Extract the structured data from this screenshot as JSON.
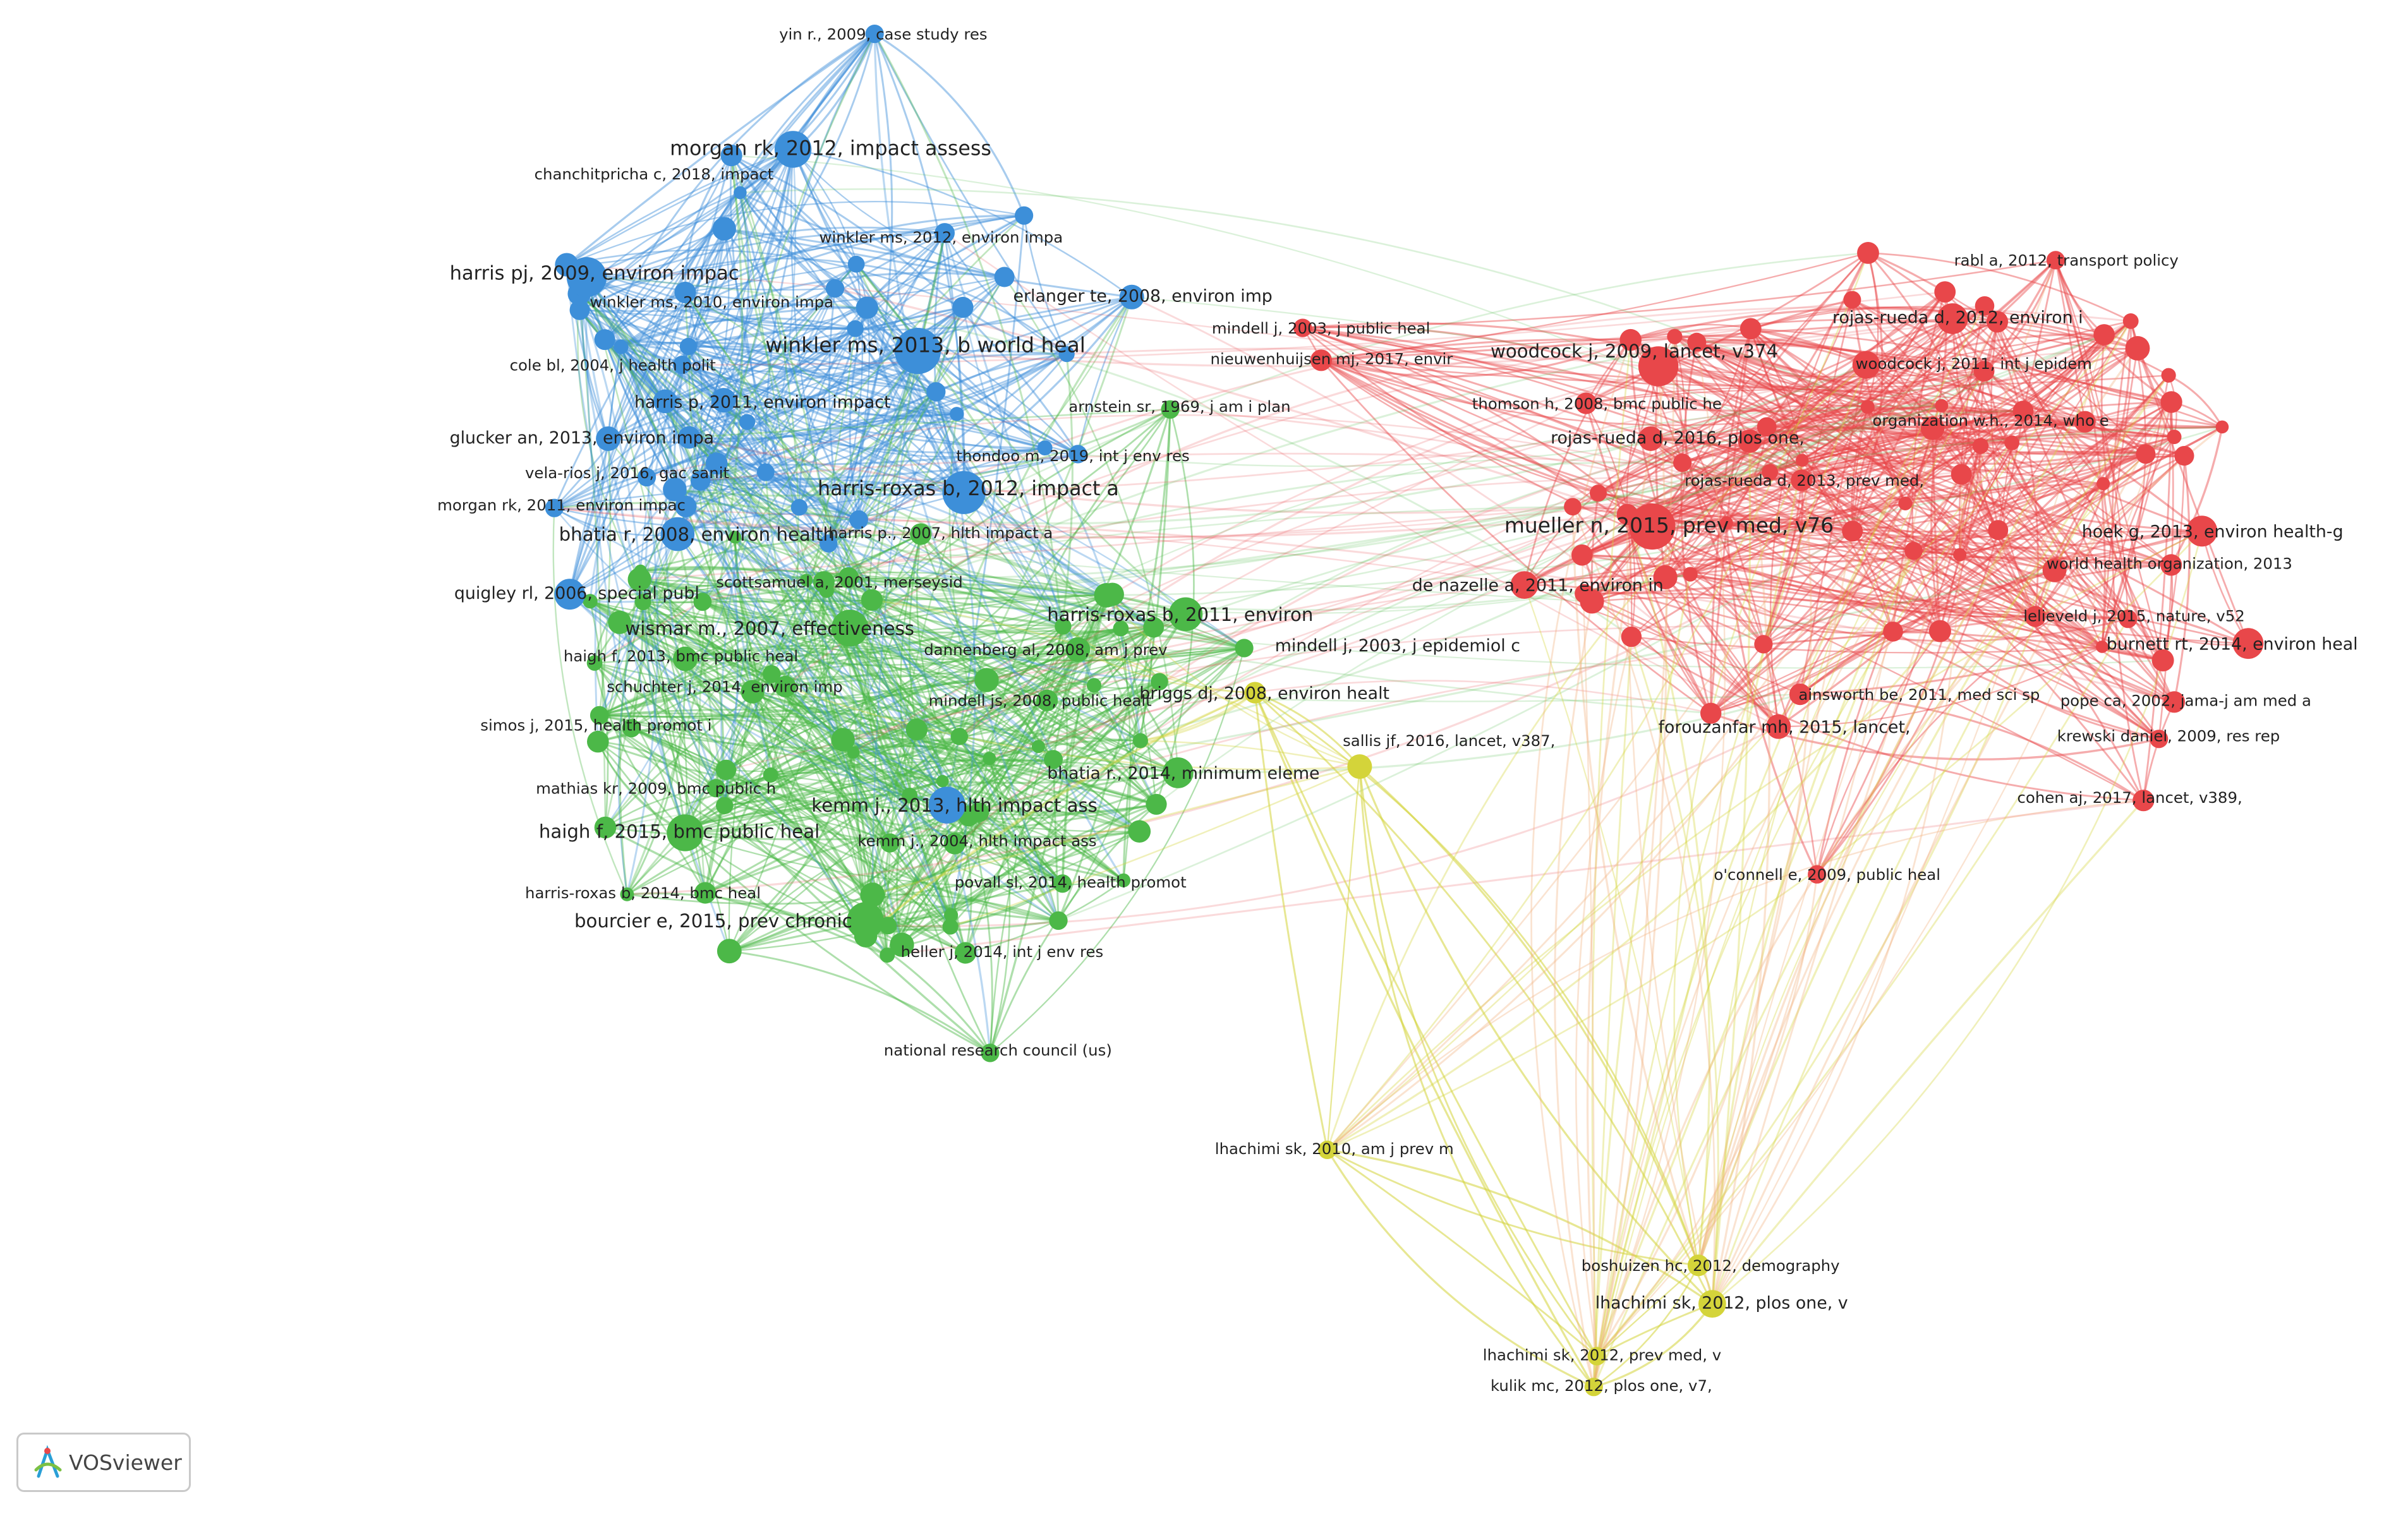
{
  "app": {
    "name": "VOSviewer"
  },
  "colors": {
    "red": "#e8474a",
    "blue": "#3d8fd9",
    "green": "#4cb848",
    "yellow": "#d4d43a"
  },
  "clusters": {
    "blue": [
      {
        "id": "b1",
        "label": "yin r., 2009, case study res"
      },
      {
        "id": "b2",
        "label": "morgan rk, 2012, impact assess"
      },
      {
        "id": "b3",
        "label": "chanchitpricha c, 2018, impact"
      },
      {
        "id": "b4",
        "label": "winkler ms, 2012, environ impa"
      },
      {
        "id": "b5",
        "label": "harris pj, 2009, environ impac"
      },
      {
        "id": "b6",
        "label": "erlanger te, 2008, environ imp"
      },
      {
        "id": "b7",
        "label": "winkler ms, 2010, environ impa"
      },
      {
        "id": "b8",
        "label": "winkler ms, 2013, b world heal"
      },
      {
        "id": "b9",
        "label": "cole bl, 2004, j health polit"
      },
      {
        "id": "b10",
        "label": "harris p, 2011, environ impact"
      },
      {
        "id": "b11",
        "label": "glucker an, 2013, environ impa"
      },
      {
        "id": "b12",
        "label": "thondoo m, 2019, int j env res"
      },
      {
        "id": "b13",
        "label": "vela-rios j, 2016, gac sanit"
      },
      {
        "id": "b14",
        "label": "harris-roxas b, 2012, impact a"
      },
      {
        "id": "b15",
        "label": "morgan rk, 2011, environ impac"
      },
      {
        "id": "b16",
        "label": "bhatia r, 2008, environ health"
      },
      {
        "id": "b17",
        "label": "quigley rl, 2006, special publ"
      },
      {
        "id": "b18",
        "label": "kemm j., 2013, hlth impact ass"
      }
    ],
    "green": [
      {
        "id": "g1",
        "label": "arnstein sr, 1969, j am i plan"
      },
      {
        "id": "g2",
        "label": "harris p., 2007, hlth impact a"
      },
      {
        "id": "g3",
        "label": "scottsamuel a, 2001, merseysid"
      },
      {
        "id": "g4",
        "label": "wismar m., 2007, effectiveness"
      },
      {
        "id": "g5",
        "label": "harris-roxas b, 2011, environ"
      },
      {
        "id": "g6",
        "label": "haigh f, 2013, bmc public heal"
      },
      {
        "id": "g7",
        "label": "dannenberg al, 2008, am j prev"
      },
      {
        "id": "g8",
        "label": "schuchter j, 2014, environ imp"
      },
      {
        "id": "g9",
        "label": "mindell j, 2003, j epidemiol c"
      },
      {
        "id": "g10",
        "label": "mindell js, 2008, public healt"
      },
      {
        "id": "g11",
        "label": "simos j, 2015, health promot i"
      },
      {
        "id": "g12",
        "label": "bhatia r., 2014, minimum eleme"
      },
      {
        "id": "g13",
        "label": "mathias kr, 2009, bmc public h"
      },
      {
        "id": "g14",
        "label": "haigh f, 2015, bmc public heal"
      },
      {
        "id": "g15",
        "label": "kemm j., 2004, hlth impact ass"
      },
      {
        "id": "g16",
        "label": "povall sl, 2014, health promot"
      },
      {
        "id": "g17",
        "label": "harris-roxas b, 2014, bmc heal"
      },
      {
        "id": "g18",
        "label": "bourcier e, 2015, prev chronic"
      },
      {
        "id": "g19",
        "label": "heller j, 2014, int j env res"
      },
      {
        "id": "g20",
        "label": "national research council (us)"
      }
    ],
    "red": [
      {
        "id": "r1",
        "label": "mindell j, 2003, j public heal"
      },
      {
        "id": "r2",
        "label": "nieuwenhuijsen mj, 2017, envir"
      },
      {
        "id": "r3",
        "label": "rabl a, 2012, transport policy"
      },
      {
        "id": "r4",
        "label": "rojas-rueda d, 2012, environ i"
      },
      {
        "id": "r5",
        "label": "woodcock j, 2009, lancet, v374"
      },
      {
        "id": "r6",
        "label": "woodcock j, 2011, int j epidem"
      },
      {
        "id": "r7",
        "label": "thomson h, 2008, bmc public he"
      },
      {
        "id": "r8",
        "label": "organization w.h., 2014, who e"
      },
      {
        "id": "r9",
        "label": "rojas-rueda d, 2016, plos one,"
      },
      {
        "id": "r10",
        "label": "rojas-rueda d, 2013, prev med,"
      },
      {
        "id": "r11",
        "label": "mueller n, 2015, prev med, v76"
      },
      {
        "id": "r12",
        "label": "hoek g, 2013, environ health-g"
      },
      {
        "id": "r13",
        "label": "de nazelle a, 2011, environ in"
      },
      {
        "id": "r14",
        "label": "world health organization, 2013"
      },
      {
        "id": "r15",
        "label": "lelieveld j, 2015, nature, v52"
      },
      {
        "id": "r16",
        "label": "burnett rt, 2014, environ heal"
      },
      {
        "id": "r17",
        "label": "ainsworth be, 2011, med sci sp"
      },
      {
        "id": "r18",
        "label": "pope ca, 2002, jama-j am med a"
      },
      {
        "id": "r19",
        "label": "forouzanfar mh, 2015, lancet,"
      },
      {
        "id": "r20",
        "label": "krewski daniel, 2009, res rep"
      },
      {
        "id": "r21",
        "label": "cohen aj, 2017, lancet, v389,"
      },
      {
        "id": "r22",
        "label": "o'connell e, 2009, public heal"
      }
    ],
    "yellow": [
      {
        "id": "y1",
        "label": "briggs dj, 2008, environ healt"
      },
      {
        "id": "y2",
        "label": "sallis jf, 2016, lancet, v387,"
      },
      {
        "id": "y3",
        "label": "lhachimi sk, 2010, am j prev m"
      },
      {
        "id": "y4",
        "label": "boshuizen hc, 2012, demography"
      },
      {
        "id": "y5",
        "label": "lhachimi sk, 2012, plos one, v"
      },
      {
        "id": "y6",
        "label": "lhachimi sk, 2012, prev med, v"
      },
      {
        "id": "y7",
        "label": "kulik mc, 2012, plos one, v7,"
      }
    ]
  }
}
